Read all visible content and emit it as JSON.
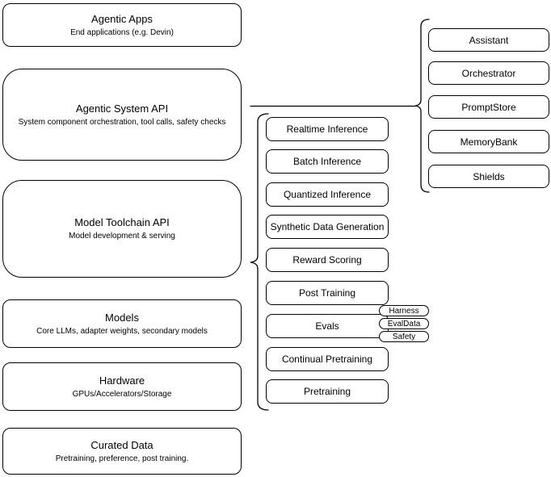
{
  "stacks": {
    "platform": {
      "boxes": [
        {
          "title": "Agentic Apps",
          "subtitle": "End applications (e.g. Devin)"
        },
        {
          "title": "Agentic System API",
          "subtitle": "System component orchestration, tool calls, safety checks"
        },
        {
          "title": "Model Toolchain API",
          "subtitle": "Model development & serving"
        },
        {
          "title": "Models",
          "subtitle": "Core LLMs, adapter weights, secondary models"
        },
        {
          "title": "Hardware",
          "subtitle": "GPUs/Accelerators/Storage"
        },
        {
          "title": "Curated Data",
          "subtitle": "Pretraining, preference, post training."
        }
      ]
    },
    "toolchain": {
      "items": [
        "Realtime Inference",
        "Batch Inference",
        "Quantized Inference",
        "Synthetic Data Generation",
        "Reward Scoring",
        "Post Training",
        "Evals",
        "Continual Pretraining",
        "Pretraining"
      ],
      "evals_tags": [
        "Harness",
        "EvalData",
        "Safety"
      ]
    },
    "agentic_system": {
      "items": [
        "Assistant",
        "Orchestrator",
        "PromptStore",
        "MemoryBank",
        "Shields"
      ]
    }
  },
  "colors": {
    "stroke": "#000000",
    "canvas_background": "#ffffff",
    "text": "#000000"
  }
}
